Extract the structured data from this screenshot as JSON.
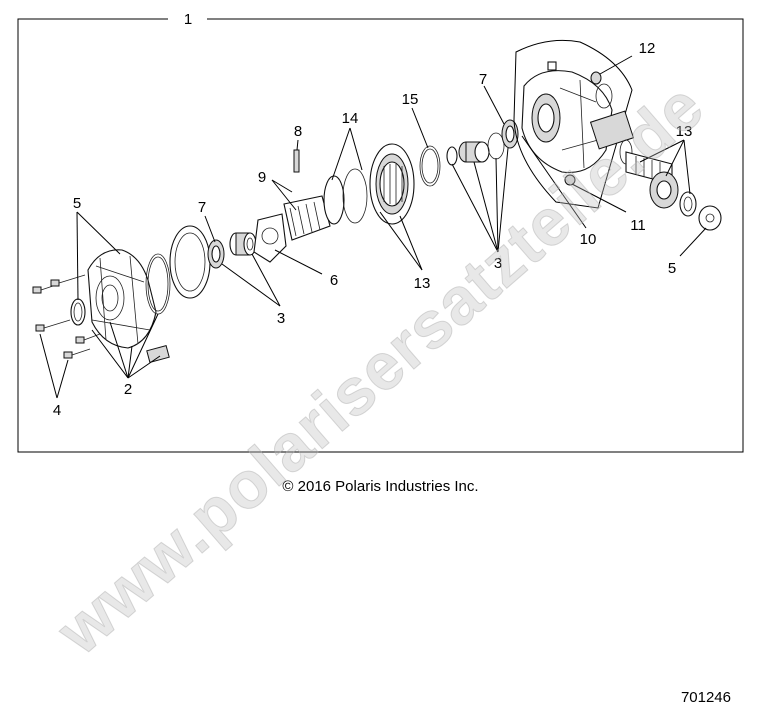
{
  "diagram": {
    "assembly_callout": "1",
    "callouts": {
      "c2": "2",
      "c3_left": "3",
      "c3_right": "3",
      "c4": "4",
      "c5_left": "5",
      "c5_right": "5",
      "c6": "6",
      "c7_left": "7",
      "c7_right": "7",
      "c8": "8",
      "c9": "9",
      "c10": "10",
      "c11": "11",
      "c12": "12",
      "c13_center": "13",
      "c13_right": "13",
      "c14": "14",
      "c15": "15"
    }
  },
  "copyright": "© 2016 Polaris Industries Inc.",
  "drawing_number": "701246",
  "watermark": "www.polarisersatzteile.de"
}
